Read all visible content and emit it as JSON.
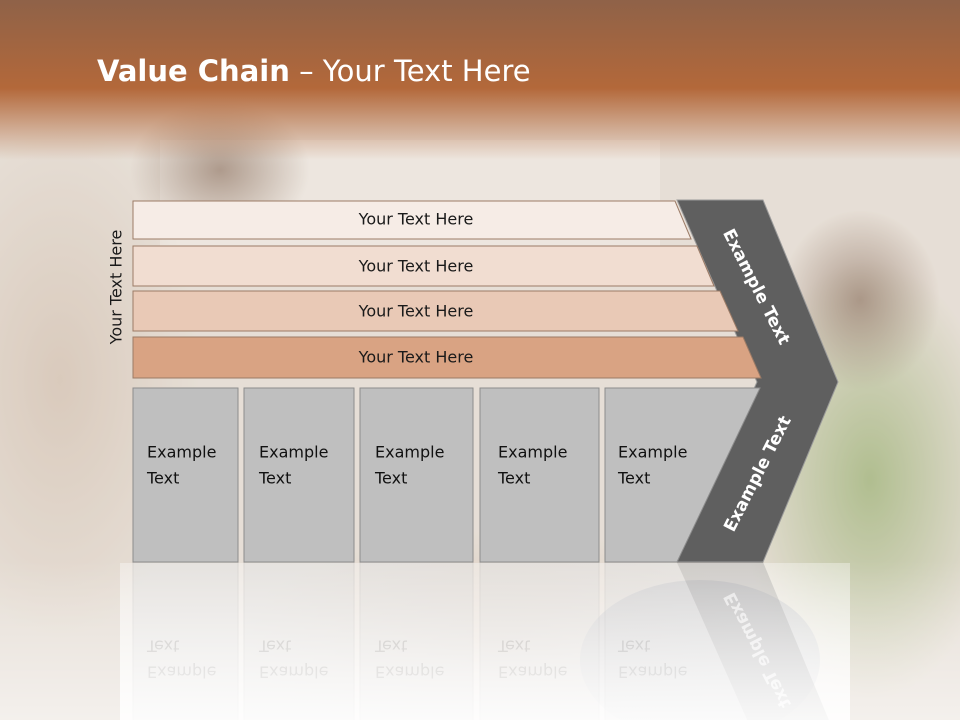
{
  "title": {
    "bold": "Value Chain",
    "rest": " – Your Text Here"
  },
  "side_label": "Your Text Here",
  "rows": [
    "Your Text Here",
    "Your Text Here",
    "Your Text Here",
    "Your Text Here"
  ],
  "boxes": [
    [
      "Example",
      "Text"
    ],
    [
      "Example",
      "Text"
    ],
    [
      "Example",
      "Text"
    ],
    [
      "Example",
      "Text"
    ],
    [
      "Example",
      "Text"
    ]
  ],
  "arrow_labels": {
    "upper": "Example Text",
    "lower": "Example Text"
  },
  "colors": {
    "header": "#b5693a",
    "row1": "#f6ece6",
    "row2": "#f1ddd1",
    "row3": "#e9c9b6",
    "row4": "#d9a383",
    "box": "#bfbfbf",
    "arrow": "#5f5f5f"
  }
}
